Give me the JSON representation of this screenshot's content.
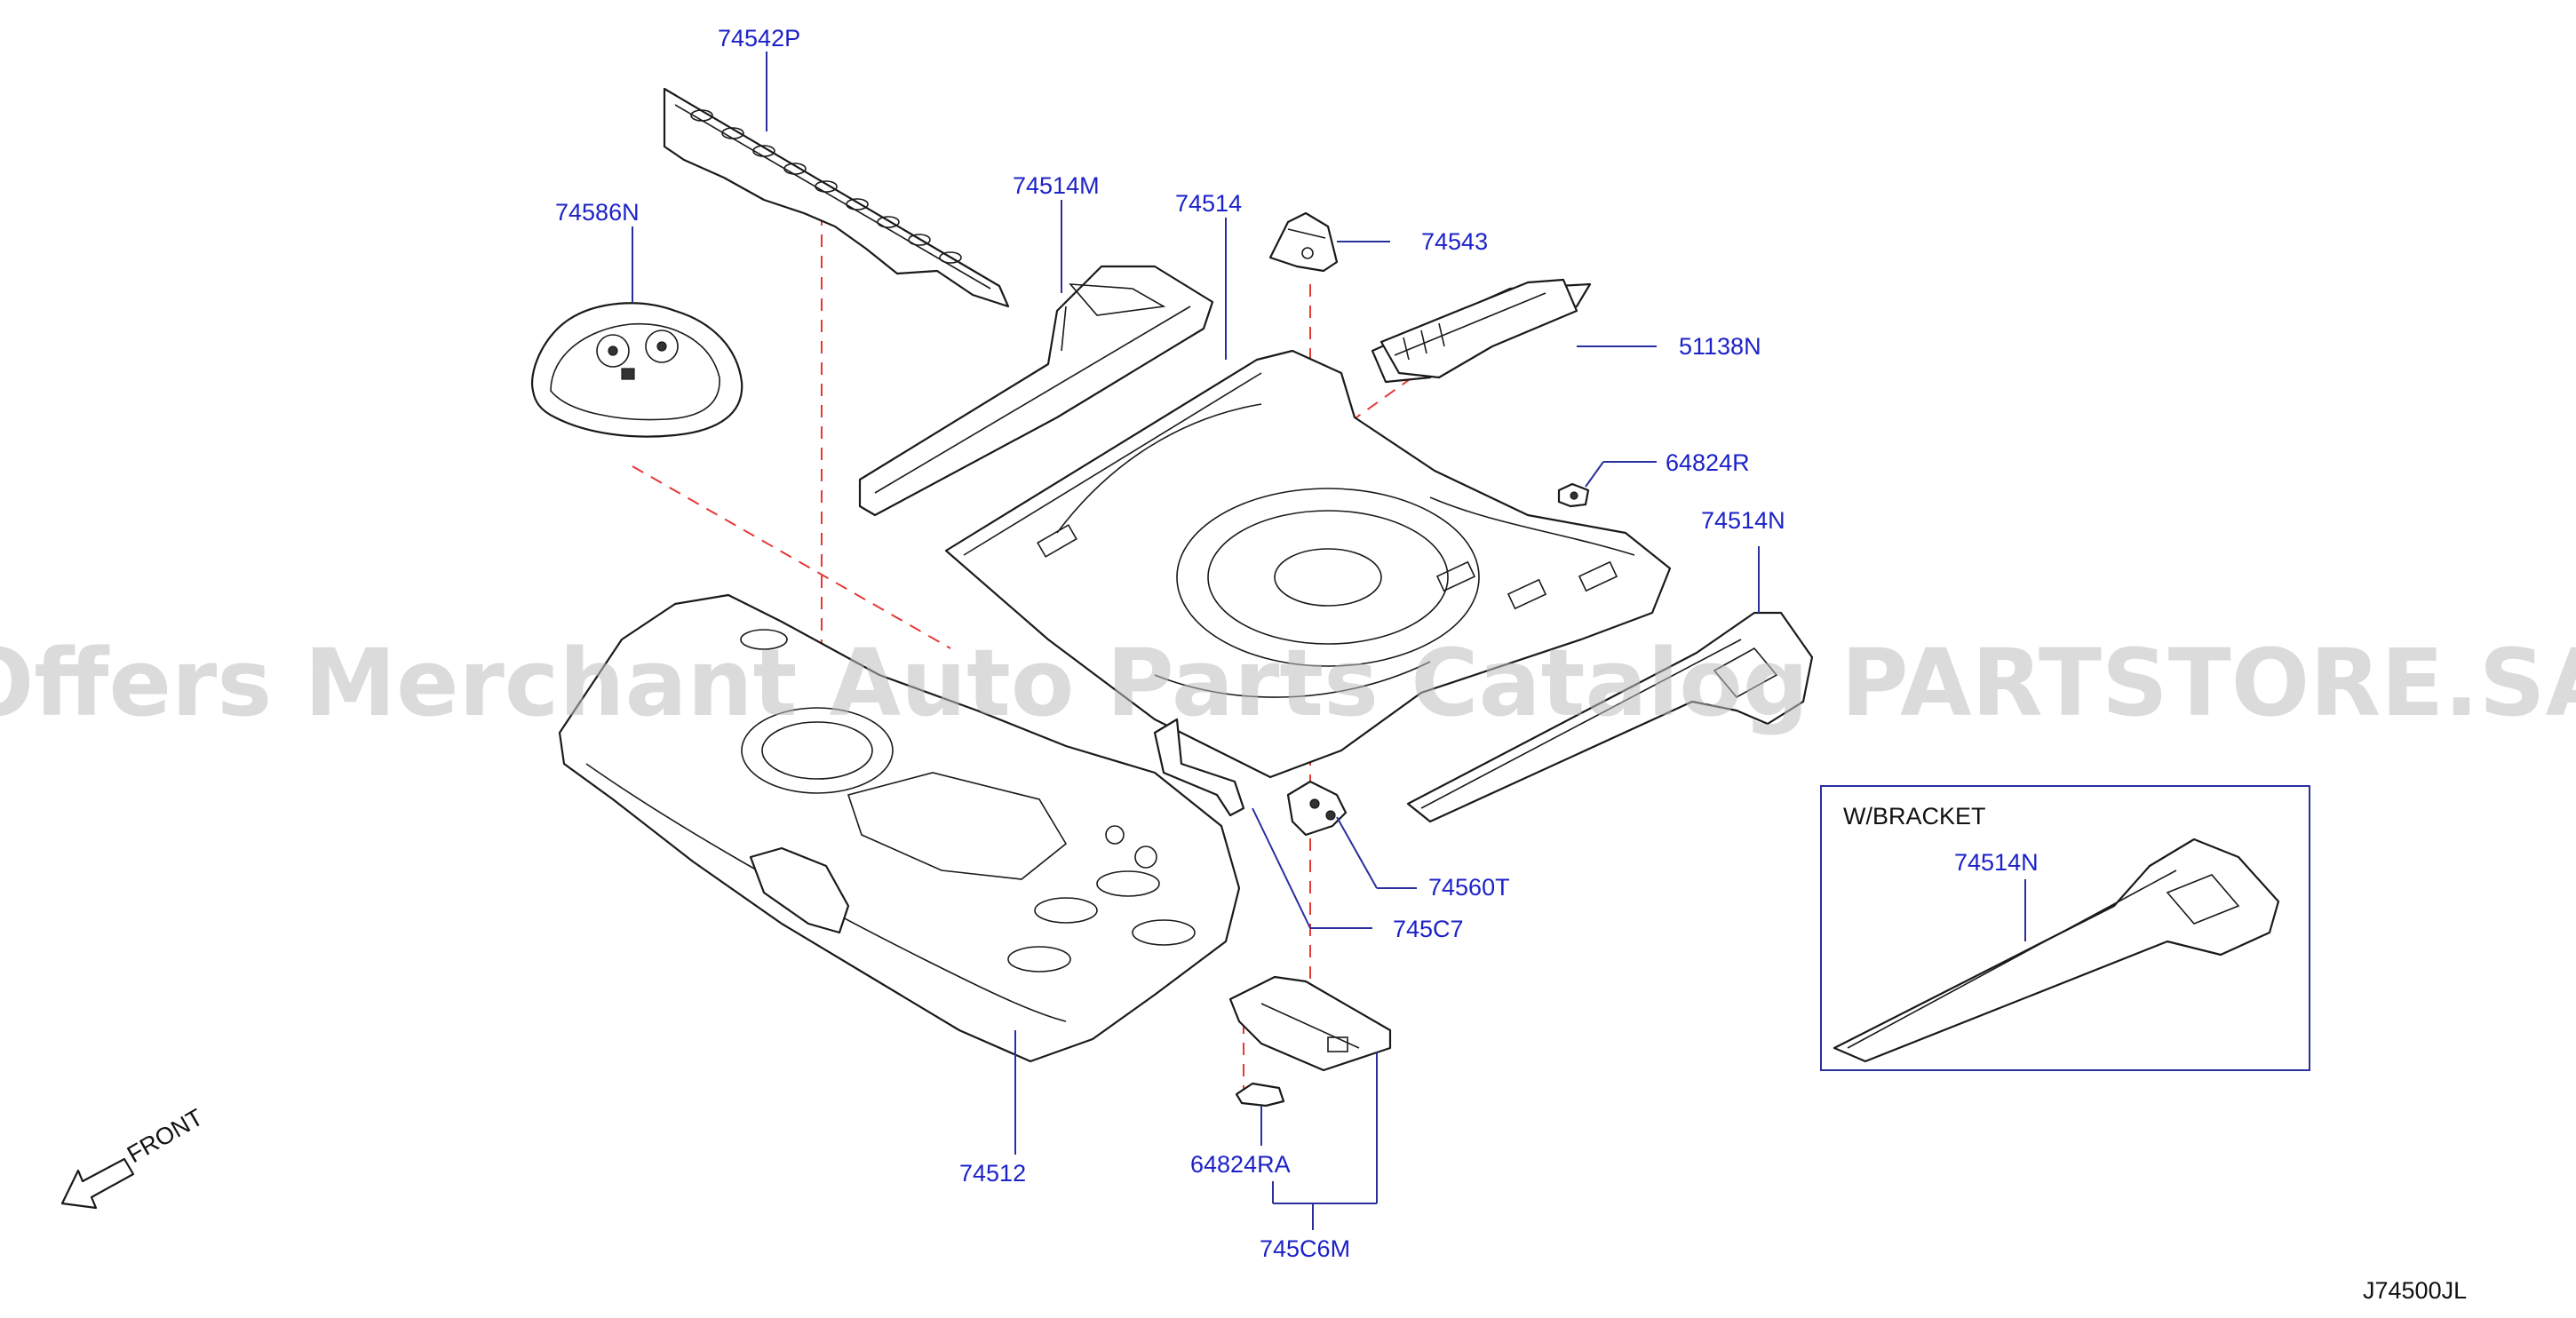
{
  "parts": {
    "p74542P": "74542P",
    "p74514M": "74514M",
    "p74514": "74514",
    "p74543": "74543",
    "p74586N": "74586N",
    "p51138N": "51138N",
    "p64824R": "64824R",
    "p74514N": "74514N",
    "p74560T": "74560T",
    "p745C7": "745C7",
    "p74512": "74512",
    "p64824RA": "64824RA",
    "p745C6M": "745C6M"
  },
  "inset": {
    "title": "W/BRACKET",
    "part": "74514N"
  },
  "front_label": "FRONT",
  "diagram_code": "J74500JL",
  "watermark": "Offers Merchant Auto Parts Catalog PARTSTORE.SA",
  "colors": {
    "label": "#1c22c8",
    "leader": "#2a2f9e",
    "dashed_guide": "#e53935",
    "watermark": "#bdbdbd"
  }
}
